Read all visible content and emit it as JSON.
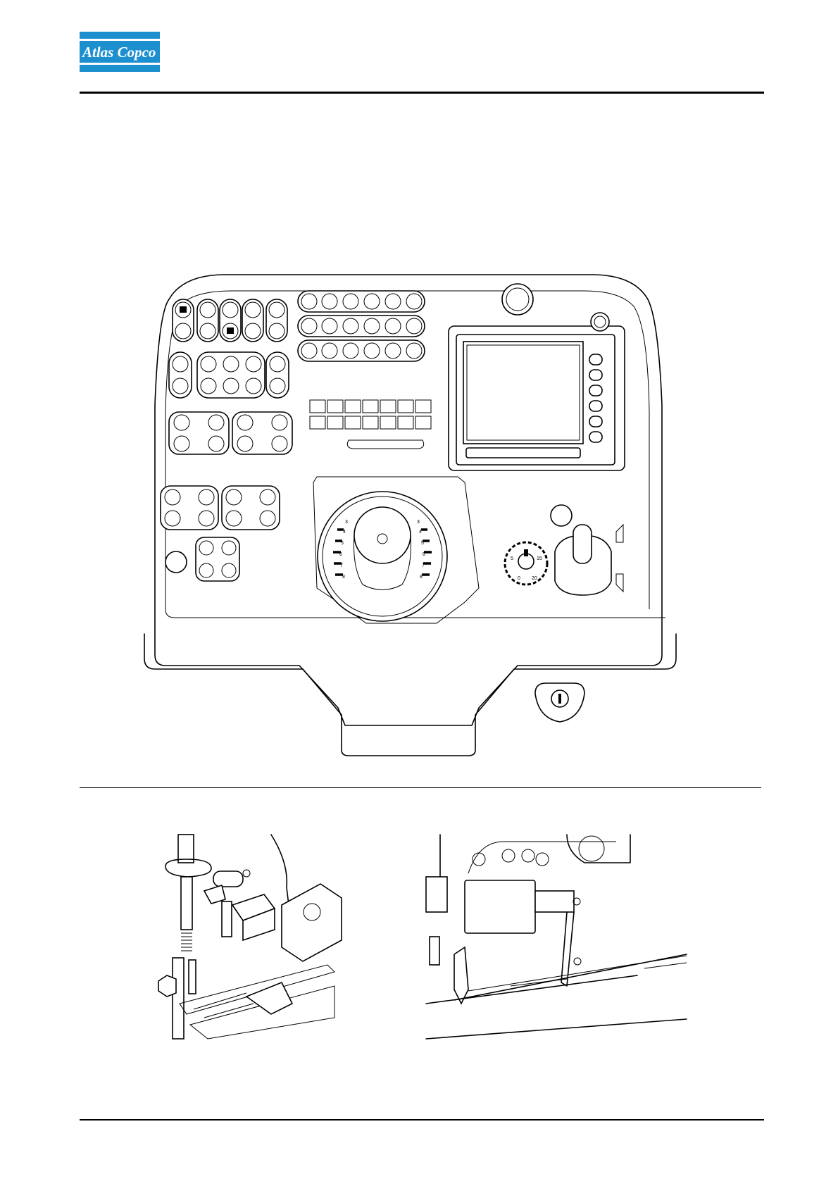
{
  "header": {
    "logo_text": "Atlas Copco",
    "brand_color": "#1c8fcf"
  },
  "panel": {
    "speed_scale_left": [
      "3",
      "4",
      "5",
      "6",
      "7",
      "8"
    ],
    "speed_scale_right": [
      "3",
      "4",
      "5",
      "6",
      "7",
      "8"
    ],
    "dial_labels": [
      "5",
      "15",
      "0",
      "20"
    ]
  }
}
